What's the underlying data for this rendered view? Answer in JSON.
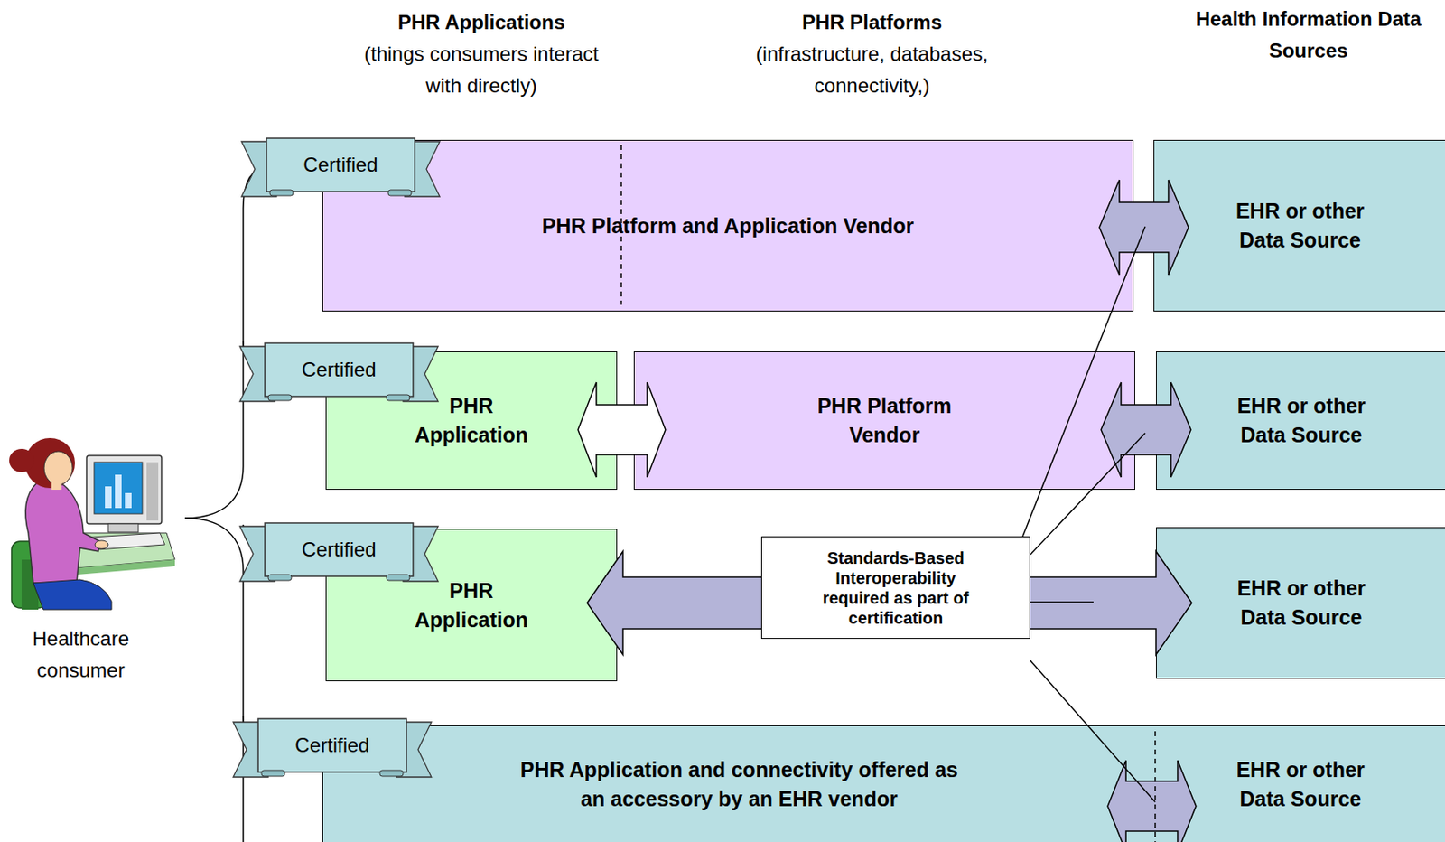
{
  "diagram": {
    "nodes": [
      {
        "text": [
          "Certified"
        ]
      },
      {
        "text": [
          "PHR Platform and Application Vendor"
        ]
      },
      {
        "text": [
          "EHR or other Data Source"
        ]
      },
      {
        "text": [
          "Certified"
        ]
      },
      {
        "text": [
          "PHR Application"
        ]
      },
      {
        "text": [
          "PHR Platform Vendor"
        ]
      },
      {
        "text": [
          "EHR or other Data Source"
        ]
      },
      {
        "text": [
          "Certified"
        ]
      },
      {
        "text": [
          "PHR Application"
        ]
      },
      {
        "text": [
          "Standards-Based Interoperability required as part of certification"
        ]
      },
      {
        "text": [
          "EHR or other Data Source"
        ]
      },
      {
        "text": [
          "Certified"
        ]
      },
      {
        "text": [
          "PHR Application and connectivity offered as an accessory by an EHR vendor"
        ]
      },
      {
        "text": [
          "EHR or other Data Source"
        ]
      }
    ],
    "edges": [
      {
        "from": 1,
        "to": 2,
        "arrow": "both"
      },
      {
        "from": 4,
        "to": 5,
        "arrow": "both"
      },
      {
        "from": 5,
        "to": 6,
        "arrow": "both"
      },
      {
        "from": 8,
        "to": 10,
        "arrow": "both"
      },
      {
        "from": 12,
        "to": 13,
        "arrow": "both"
      }
    ],
    "labels": [
      "PHR Applications",
      "(things consumers interact with directly)",
      "PHR Platforms",
      "(infrastructure, databases, connectivity,)",
      "Health Information Data Sources",
      "Healthcare consumer"
    ]
  }
}
